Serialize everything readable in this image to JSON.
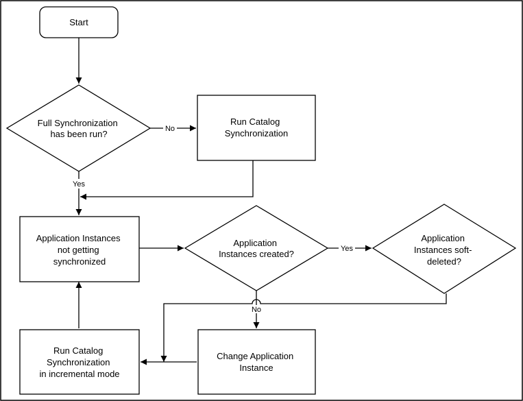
{
  "nodes": {
    "start": [
      "Start"
    ],
    "full_sync_decision": [
      "Full Synchronization",
      "has been run?"
    ],
    "run_catalog_sync": [
      "Run Catalog",
      "Synchronization"
    ],
    "app_instances_not_synced": [
      "Application Instances",
      "not getting",
      "synchronized"
    ],
    "app_instances_created_decision": [
      "Application",
      "Instances created?"
    ],
    "app_instances_soft_deleted_decision": [
      "Application",
      "Instances soft-",
      "deleted?"
    ],
    "run_catalog_sync_incremental": [
      "Run Catalog",
      "Synchronization",
      "in incremental mode"
    ],
    "change_app_instance": [
      "Change Application",
      "Instance"
    ]
  },
  "edge_labels": {
    "no_1": "No",
    "yes_1": "Yes",
    "yes_2": "Yes",
    "no_2": "No"
  }
}
